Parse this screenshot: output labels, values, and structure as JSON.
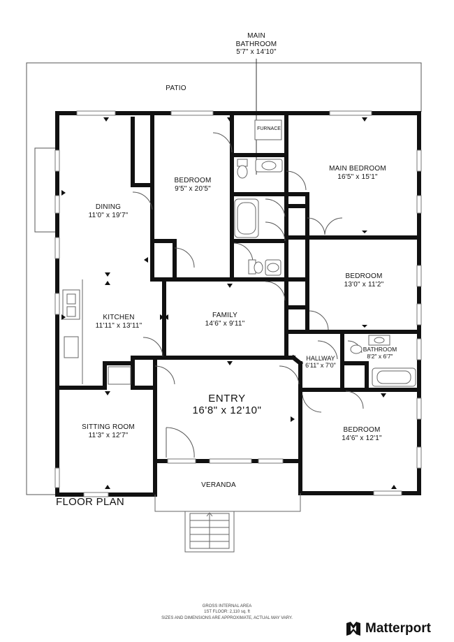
{
  "title": "FLOOR PLAN",
  "rooms": {
    "main_bathroom": {
      "name": "MAIN\nBATHROOM",
      "dims": "5'7\" x 14'10\""
    },
    "patio": {
      "name": "PATIO"
    },
    "furnace": {
      "name": "FURNACE"
    },
    "bedroom_upper": {
      "name": "BEDROOM",
      "dims": "9'5\" x 20'5\""
    },
    "main_bedroom": {
      "name": "MAIN BEDROOM",
      "dims": "16'5\" x 15'1\""
    },
    "dining": {
      "name": "DINING",
      "dims": "11'0\" x 19'7\""
    },
    "bedroom_right": {
      "name": "BEDROOM",
      "dims": "13'0\" x 11'2\""
    },
    "kitchen": {
      "name": "KITCHEN",
      "dims": "11'11\" x 13'11\""
    },
    "family": {
      "name": "FAMILY",
      "dims": "14'6\" x 9'11\""
    },
    "hallway": {
      "name": "HALLWAY",
      "dims": "6'11\" x 7'0\""
    },
    "bathroom": {
      "name": "BATHROOM",
      "dims": "8'2\" x 6'7\""
    },
    "entry": {
      "name": "ENTRY",
      "dims": "16'8\" x 12'10\""
    },
    "sitting_room": {
      "name": "SITTING ROOM",
      "dims": "11'3\" x 12'7\""
    },
    "bedroom_lower": {
      "name": "BEDROOM",
      "dims": "14'6\" x 12'1\""
    },
    "veranda": {
      "name": "VERANDA"
    }
  },
  "footer": {
    "gross_label": "GROSS INTERNAL AREA",
    "area": "1ST FLOOR: 2,110  sq. ft",
    "disclaimer": "SIZES AND DIMENSIONS ARE APPROXIMATE, ACTUAL MAY VARY."
  },
  "brand": {
    "name": "Matterport",
    "icon": "matterport-logo-icon"
  }
}
